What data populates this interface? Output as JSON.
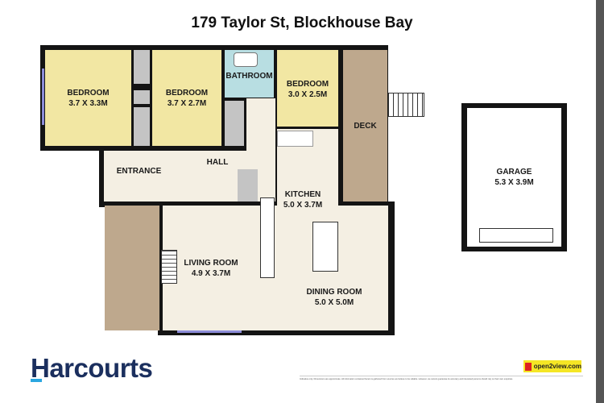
{
  "title": "179 Taylor St, Blockhouse Bay",
  "rooms": {
    "bedroom1": {
      "name": "BEDROOM",
      "size": "3.7 X 3.3M"
    },
    "bedroom2": {
      "name": "BEDROOM",
      "size": "3.7 X 2.7M"
    },
    "bathroom": {
      "name": "BATHROOM"
    },
    "bedroom3": {
      "name": "BEDROOM",
      "size": "3.0 X 2.5M"
    },
    "deck": {
      "name": "DECK"
    },
    "entrance": {
      "name": "ENTRANCE"
    },
    "hall": {
      "name": "HALL"
    },
    "kitchen": {
      "name": "KITCHEN",
      "size": "5.0 X 3.7M"
    },
    "living": {
      "name": "LIVING ROOM",
      "size": "4.9 X 3.7M"
    },
    "dining": {
      "name": "DINING ROOM",
      "size": "5.0 X 5.0M"
    },
    "garage": {
      "name": "GARAGE",
      "size": "5.3 X 3.9M"
    }
  },
  "brand": {
    "logo": "Harcourts",
    "color": "#1b2f5e",
    "accent": "#2aa6e0"
  },
  "badge": {
    "text": "open2view.com",
    "color": "#f5e625"
  },
  "disclaimer": "Indicative only. Dimensions are approximate. All information contained herein is gathered from sources we believe to be reliable. However, we cannot guarantee its accuracy and interested persons should rely on their own enquiries."
}
